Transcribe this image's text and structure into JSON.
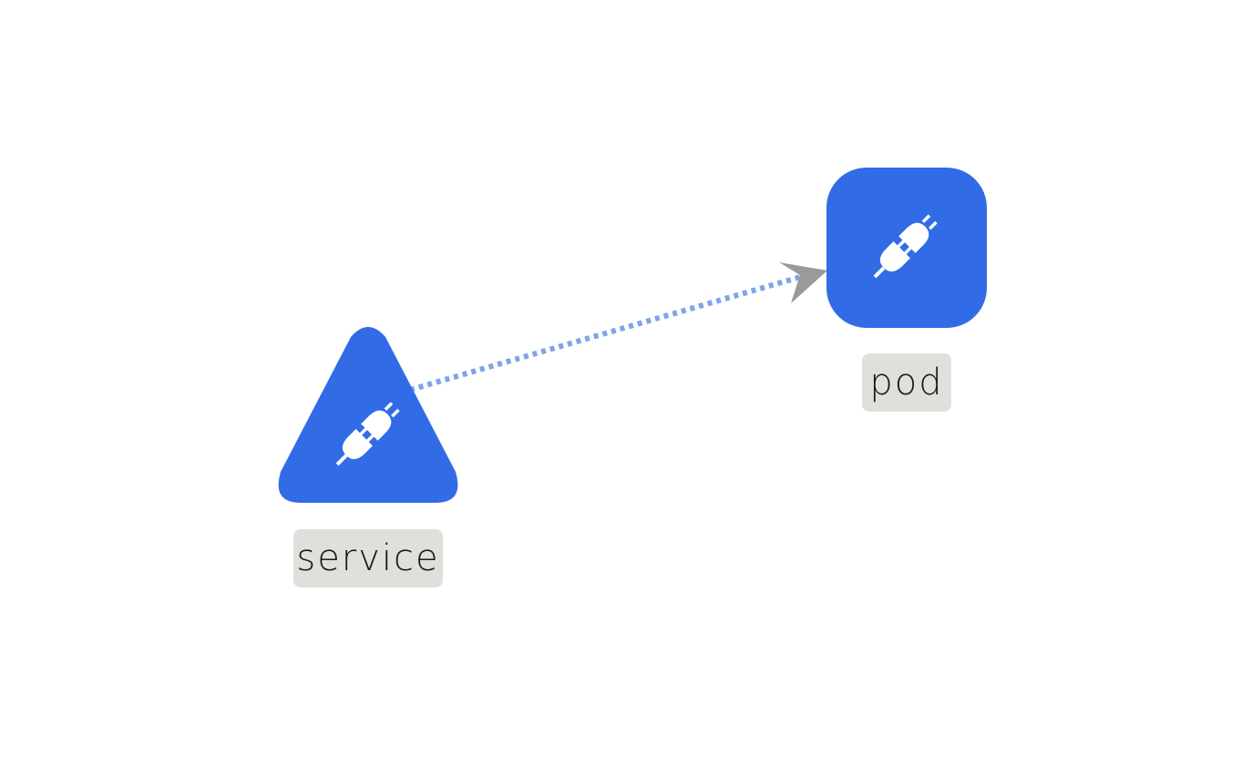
{
  "nodes": {
    "service": {
      "label": "service",
      "icon": "plug-icon",
      "shape": "triangle"
    },
    "pod": {
      "label": "pod",
      "icon": "plug-icon",
      "shape": "rounded-square"
    }
  },
  "edges": [
    {
      "from": "service",
      "to": "pod",
      "style": "dotted",
      "arrow": "end"
    }
  ],
  "colors": {
    "node_fill": "#316ce6",
    "edge_stroke": "#7fa4ea",
    "arrow_fill": "#9a9a9a",
    "label_bg": "#dfe0dc",
    "icon": "#ffffff"
  }
}
